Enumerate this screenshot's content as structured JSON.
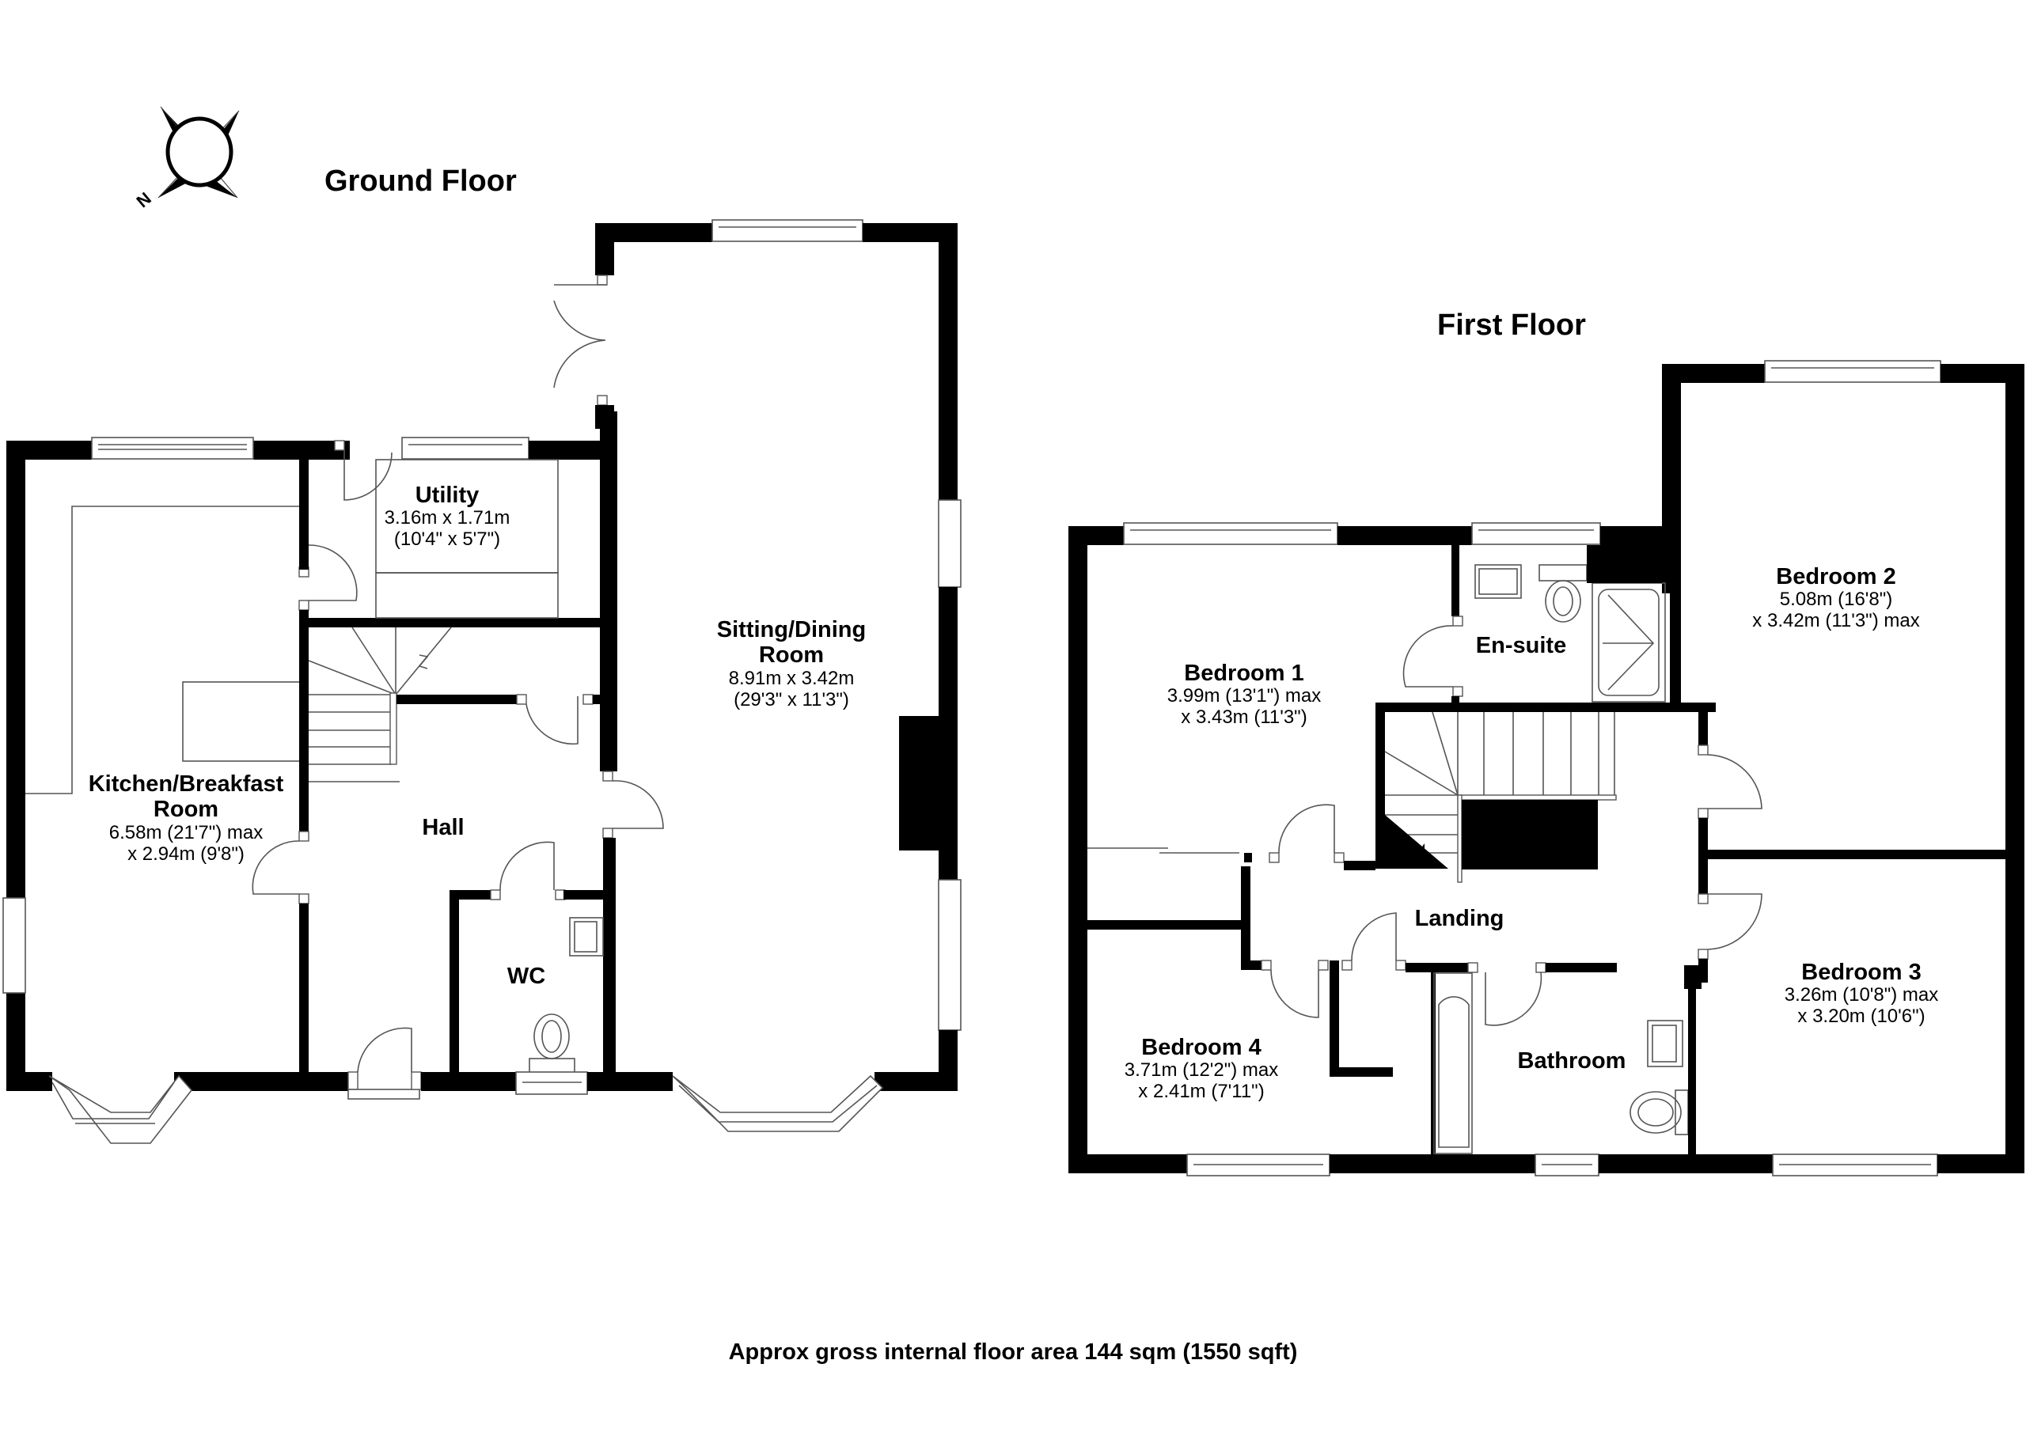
{
  "compass": {
    "icon": "north-compass-icon",
    "north_label": "N"
  },
  "ground_floor": {
    "title": "Ground Floor",
    "rooms": [
      {
        "name": "Kitchen/Breakfast\nRoom",
        "name_line1": "Kitchen/Breakfast",
        "name_line2": "Room",
        "dim1": "6.58m (21'7\") max",
        "dim2": "x 2.94m (9'8\")"
      },
      {
        "name": "Utility",
        "dim1": "3.16m x 1.71m",
        "dim2": "(10'4\" x 5'7\")"
      },
      {
        "name": "Sitting/Dining Room",
        "name_line1": "Sitting/Dining",
        "name_line2": "Room",
        "dim1": "8.91m x 3.42m",
        "dim2": "(29'3\" x 11'3\")"
      },
      {
        "name": "Hall"
      },
      {
        "name": "WC"
      }
    ]
  },
  "first_floor": {
    "title": "First Floor",
    "rooms": [
      {
        "name": "Bedroom 1",
        "dim1": "3.99m (13'1\") max",
        "dim2": "x 3.43m (11'3\")"
      },
      {
        "name": "En-suite"
      },
      {
        "name": "Bedroom 2",
        "dim1": "5.08m (16'8\")",
        "dim2": "x 3.42m (11'3\") max"
      },
      {
        "name": "Landing"
      },
      {
        "name": "Bedroom 3",
        "dim1": "3.26m (10'8\") max",
        "dim2": "x 3.20m (10'6\")"
      },
      {
        "name": "Bedroom 4",
        "dim1": "3.71m (12'2\") max",
        "dim2": "x 2.41m (7'11\")"
      },
      {
        "name": "Bathroom"
      }
    ]
  },
  "footer": {
    "area_text": "Approx gross internal floor area 144 sqm (1550 sqft)"
  },
  "colors": {
    "wall": "#000000",
    "fixture_line": "#555555",
    "background": "#ffffff"
  }
}
